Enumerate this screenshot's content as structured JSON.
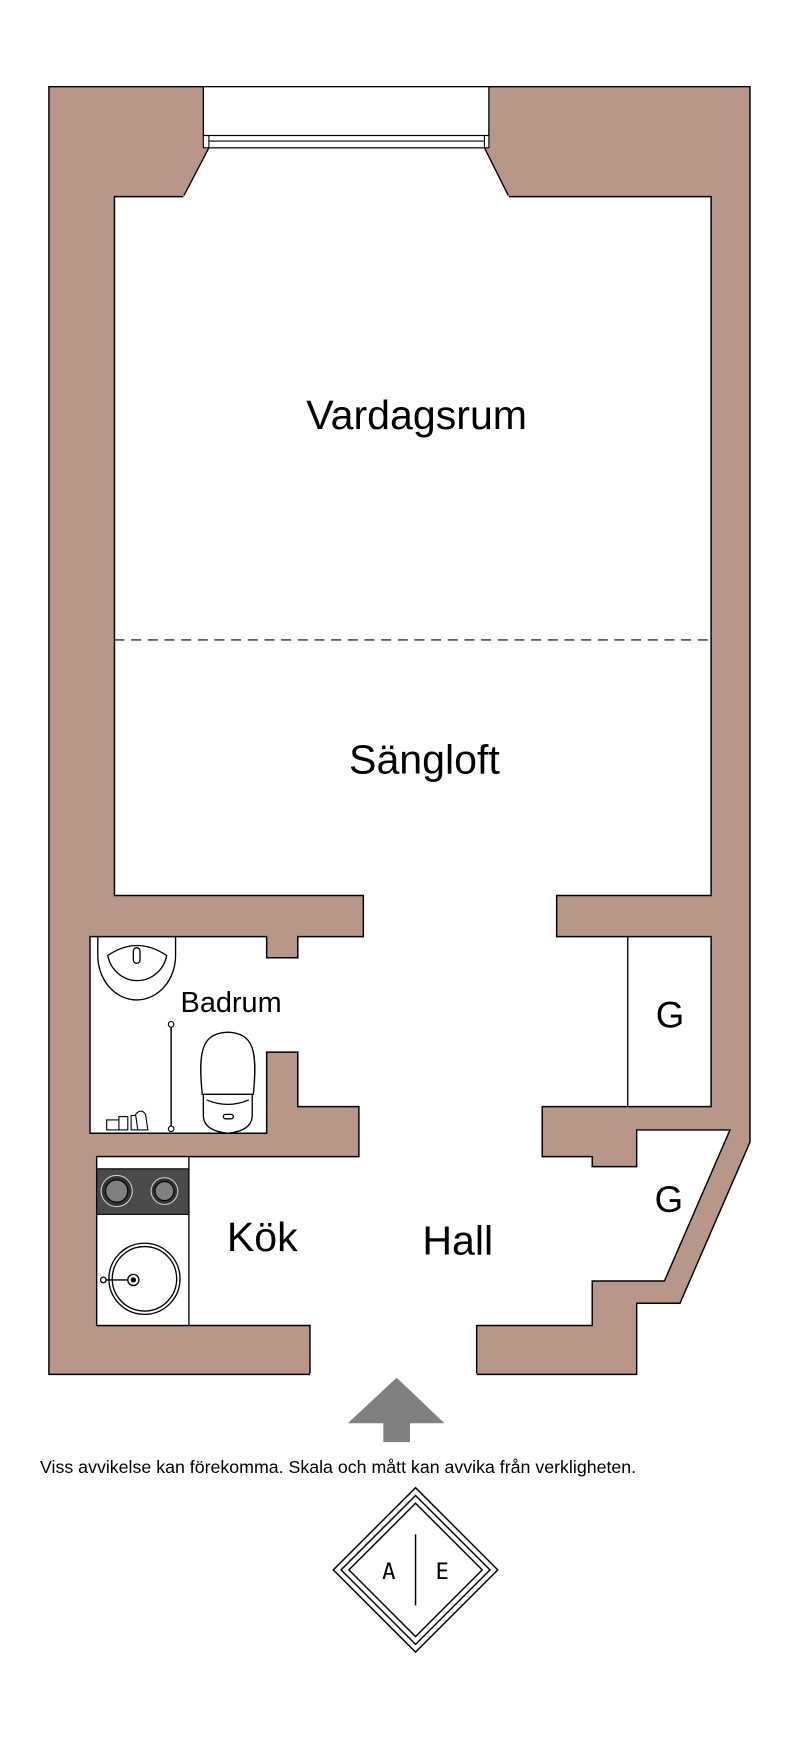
{
  "rooms": {
    "living": "Vardagsrum",
    "loft": "Sängloft",
    "bath": "Badrum",
    "closet1": "G",
    "closet2": "G",
    "kitchen": "Kök",
    "hall": "Hall"
  },
  "disclaimer": "Viss avvikelse kan förekomma. Skala och mått kan avvika från verkligheten.",
  "logo": {
    "left": "A",
    "right": "E"
  },
  "colors": {
    "wall": "#b8978a",
    "line": "#000000",
    "arrow": "#808080",
    "stove": "#4a4a4a"
  }
}
